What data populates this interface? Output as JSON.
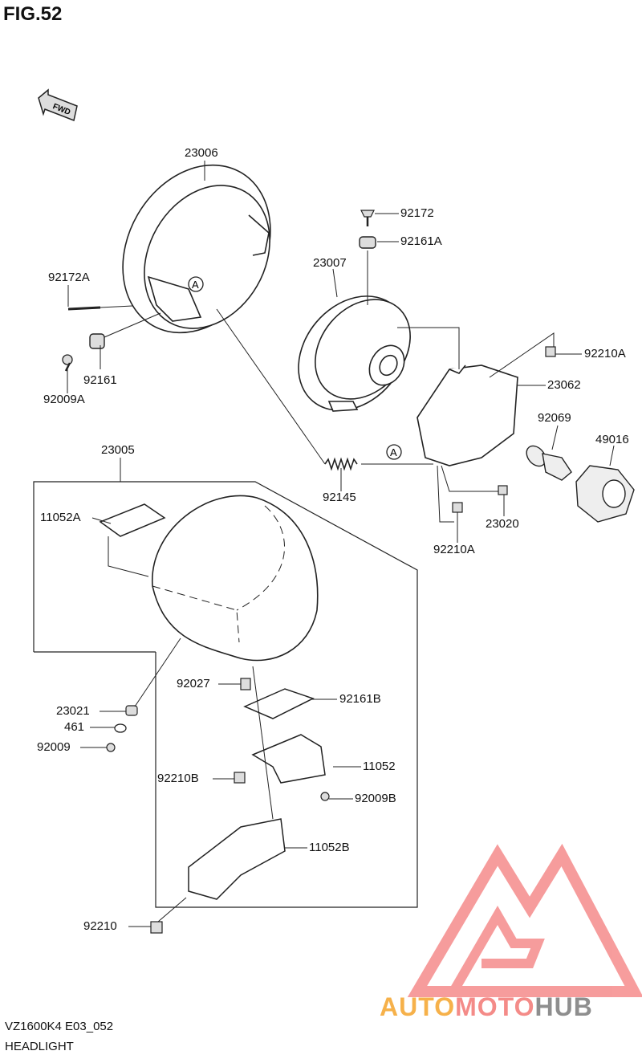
{
  "figure": {
    "title": "FIG.52"
  },
  "fwd_label": "FWD",
  "ref_marker": "A",
  "parts": {
    "p23006": "23006",
    "p92172A": "92172A",
    "p92161": "92161",
    "p92009A": "92009A",
    "p92172": "92172",
    "p92161A": "92161A",
    "p23007": "23007",
    "p92210A_top": "92210A",
    "p23062": "23062",
    "p92069": "92069",
    "p49016": "49016",
    "p23005": "23005",
    "p92145": "92145",
    "p23020": "23020",
    "p92210A_low": "92210A",
    "p11052A": "11052A",
    "p92027": "92027",
    "p92161B": "92161B",
    "p23021": "23021",
    "p461": "461",
    "p92009": "92009",
    "p11052": "11052",
    "p92210B": "92210B",
    "p92009B": "92009B",
    "p11052B": "11052B",
    "p92210": "92210"
  },
  "footer": {
    "model_code": "VZ1600K4 E03_052",
    "section": "HEADLIGHT"
  },
  "watermark": {
    "parts": [
      {
        "text": "AUTO",
        "color": "#f6b14a"
      },
      {
        "text": "MOTO",
        "color": "#f48b88"
      },
      {
        "text": "HUB",
        "color": "#8e8e8e"
      }
    ],
    "logo_color": "#f47c7c"
  }
}
